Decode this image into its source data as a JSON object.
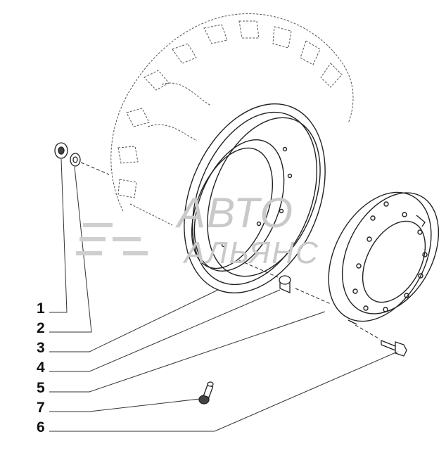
{
  "callouts": [
    {
      "label": "1"
    },
    {
      "label": "2"
    },
    {
      "label": "3"
    },
    {
      "label": "4"
    },
    {
      "label": "5"
    },
    {
      "label": "7"
    },
    {
      "label": "6"
    }
  ],
  "watermark": {
    "line1": "АВТО",
    "line2": "АЛЬЯНС"
  }
}
